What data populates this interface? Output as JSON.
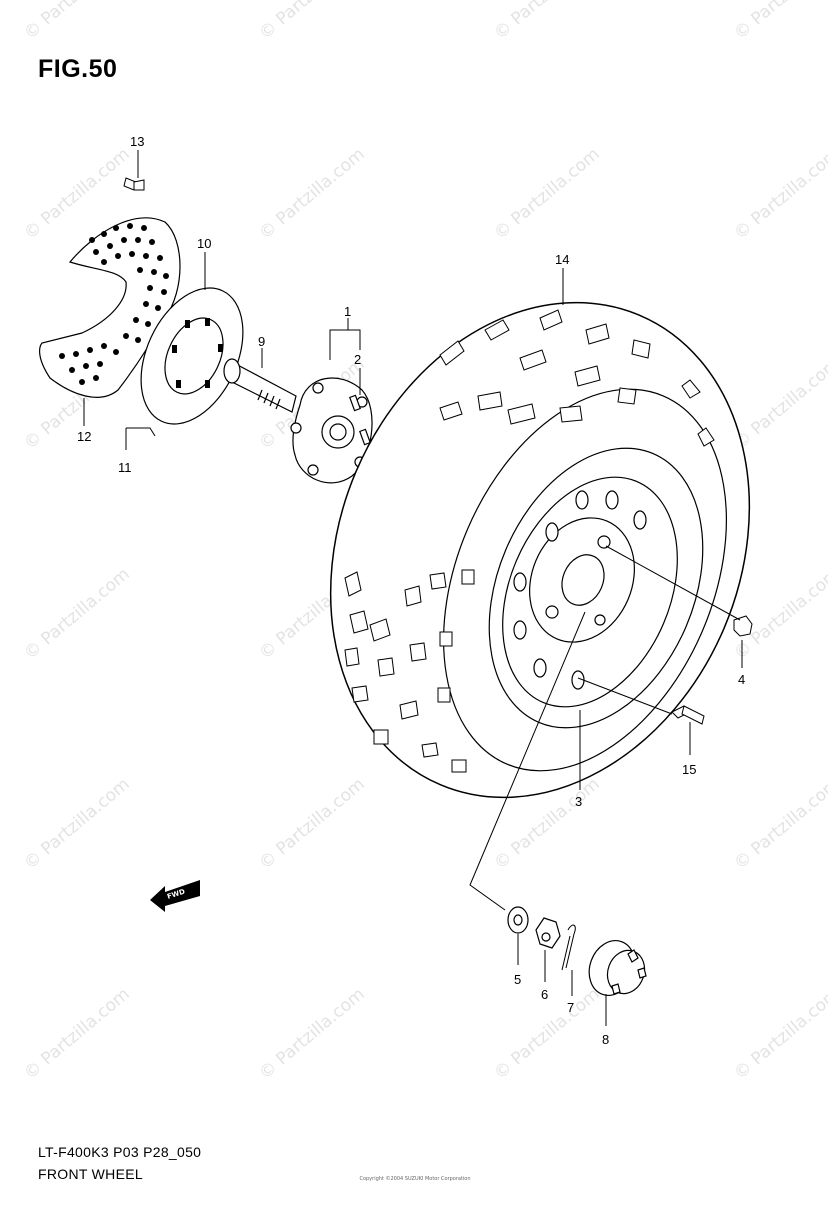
{
  "figure": {
    "title": "FIG.50"
  },
  "footer": {
    "code": "LT-F400K3 P03 P28_050",
    "caption": "FRONT WHEEL",
    "copyright": "Copyright ©2004 SUZUKI Motor Corporation"
  },
  "watermark": {
    "text": "© Partzilla.com"
  },
  "direction_arrow": {
    "label": "FWD"
  },
  "callouts": [
    "1",
    "2",
    "3",
    "4",
    "5",
    "6",
    "7",
    "8",
    "9",
    "10",
    "11",
    "12",
    "13",
    "14",
    "15"
  ]
}
